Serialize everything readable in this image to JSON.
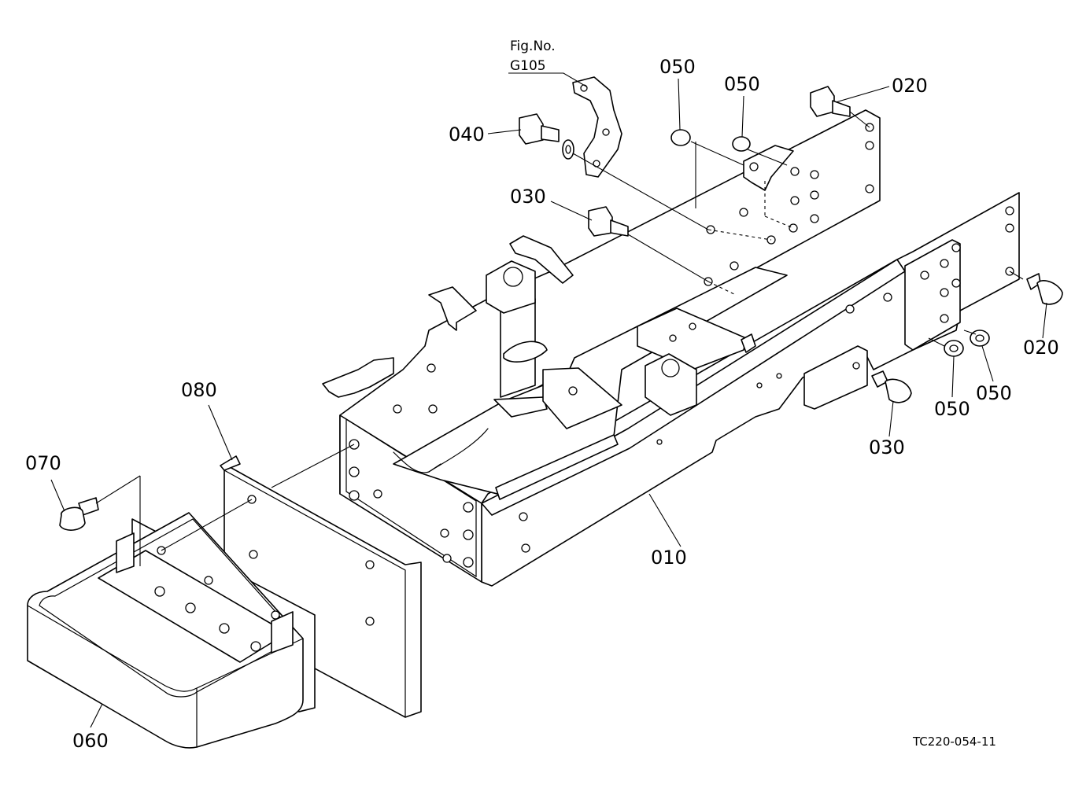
{
  "figure_reference": {
    "line1": "Fig.No.",
    "line2": "G105"
  },
  "callouts": {
    "c010": "010",
    "c020_top": "020",
    "c020_right": "020",
    "c030_top": "030",
    "c030_right": "030",
    "c040": "040",
    "c050_a": "050",
    "c050_b": "050",
    "c050_c": "050",
    "c050_d": "050",
    "c060": "060",
    "c070": "070",
    "c080": "080"
  },
  "drawing_code": "TC220-054-11"
}
